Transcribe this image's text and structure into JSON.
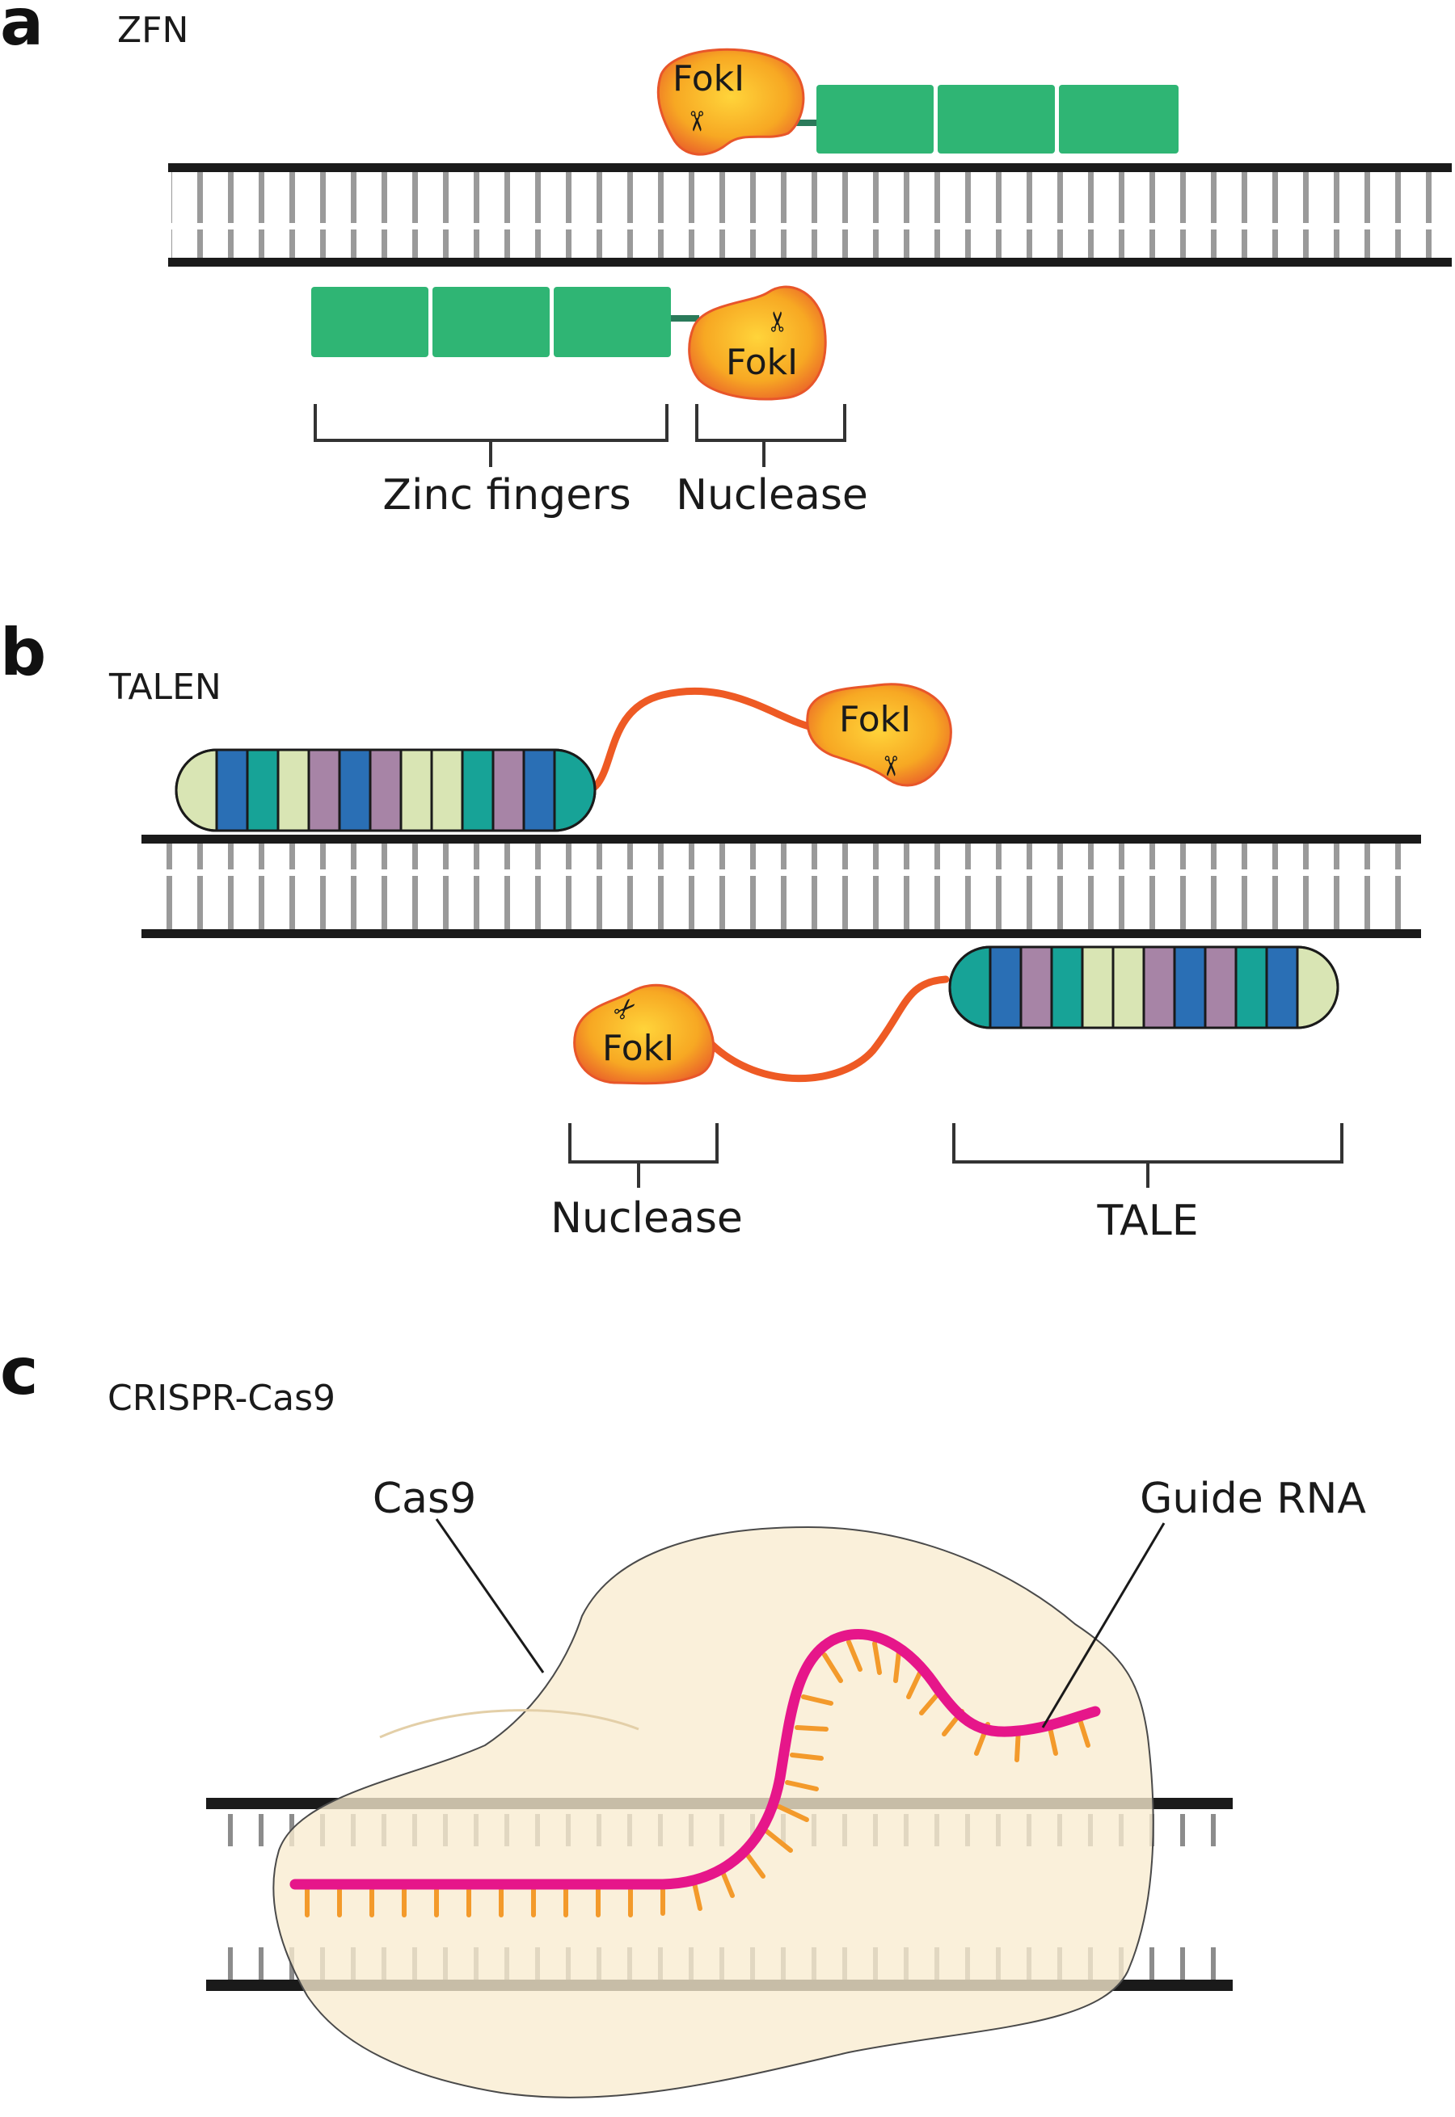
{
  "panels": {
    "a": {
      "letter": "a",
      "title": "ZFN",
      "enzyme": "FokI",
      "labels": {
        "zinc_fingers": "Zinc fingers",
        "nuclease": "Nuclease"
      }
    },
    "b": {
      "letter": "b",
      "title": "TALEN",
      "enzyme": "FokI",
      "labels": {
        "nuclease": "Nuclease",
        "tale": "TALE"
      }
    },
    "c": {
      "letter": "c",
      "title": "CRISPR-Cas9",
      "labels": {
        "cas9": "Cas9",
        "guide_rna": "Guide RNA"
      }
    }
  },
  "icons": {
    "scissors": "✂"
  },
  "colors": {
    "zinc_finger": "#2fb574",
    "foki_fill": "#f7a823",
    "foki_edge": "#e8562a",
    "linker": "#ee5a24",
    "guide_rna": "#e6168a",
    "rna_bases": "#f39a2b",
    "cas9_fill": "#f8ecd0",
    "tale_repeats": [
      "#d9e5b4",
      "#2a6fb5",
      "#17a397",
      "#a784a6"
    ]
  }
}
